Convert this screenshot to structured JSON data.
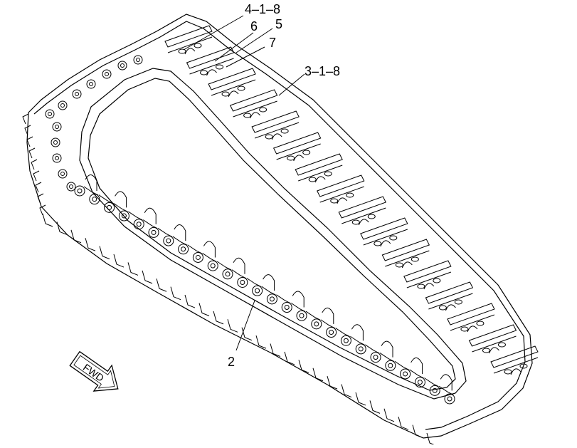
{
  "callouts": [
    {
      "id": "c-418",
      "text": "4–1–8"
    },
    {
      "id": "c-6",
      "text": "6"
    },
    {
      "id": "c-5",
      "text": "5"
    },
    {
      "id": "c-7",
      "text": "7"
    },
    {
      "id": "c-318",
      "text": "3–1–8"
    },
    {
      "id": "c-2",
      "text": "2"
    }
  ],
  "direction_arrow": {
    "text": "FWD"
  },
  "colors": {
    "line": "#000000",
    "background": "#ffffff"
  }
}
